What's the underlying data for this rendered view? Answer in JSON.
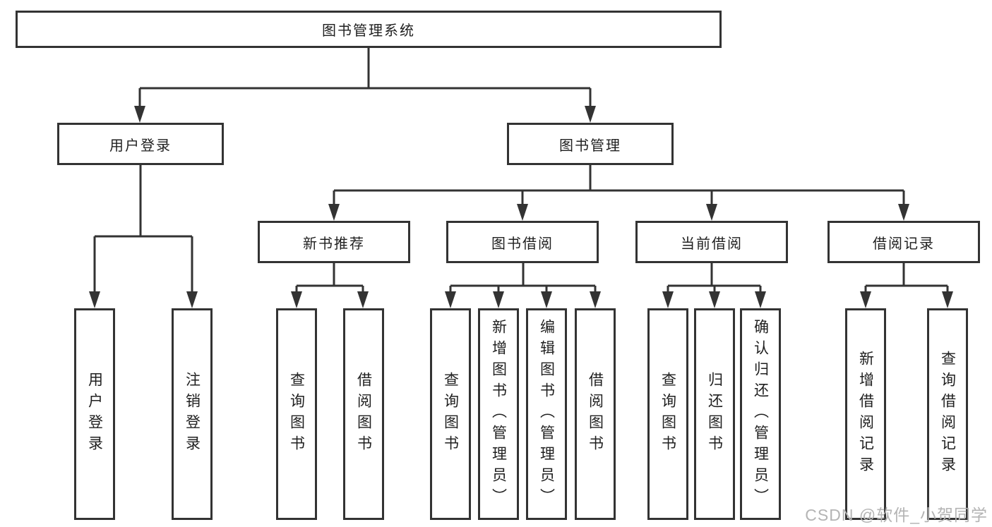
{
  "diagram": {
    "colors": {
      "line": "#333333",
      "text": "#1f1f1f",
      "box_fill": "#ffffff",
      "background": "#ffffff",
      "watermark": "#b4b4b4"
    },
    "tree": {
      "label": "图书管理系统",
      "children": [
        {
          "label": "用户登录",
          "children": [
            {
              "label": "用户登录"
            },
            {
              "label": "注销登录"
            }
          ]
        },
        {
          "label": "图书管理",
          "children": [
            {
              "label": "新书推荐",
              "children": [
                {
                  "label": "查询图书"
                },
                {
                  "label": "借阅图书"
                }
              ]
            },
            {
              "label": "图书借阅",
              "children": [
                {
                  "label": "查询图书"
                },
                {
                  "label": "新增图书（管理员）"
                },
                {
                  "label": "编辑图书（管理员）"
                },
                {
                  "label": "借阅图书"
                }
              ]
            },
            {
              "label": "当前借阅",
              "children": [
                {
                  "label": "查询图书"
                },
                {
                  "label": "归还图书"
                },
                {
                  "label": "确认归还（管理员）"
                }
              ]
            },
            {
              "label": "借阅记录",
              "children": [
                {
                  "label": "新增借阅记录"
                },
                {
                  "label": "查询借阅记录"
                }
              ]
            }
          ]
        }
      ]
    },
    "watermark": "CSDN @软件_小贺同学"
  }
}
